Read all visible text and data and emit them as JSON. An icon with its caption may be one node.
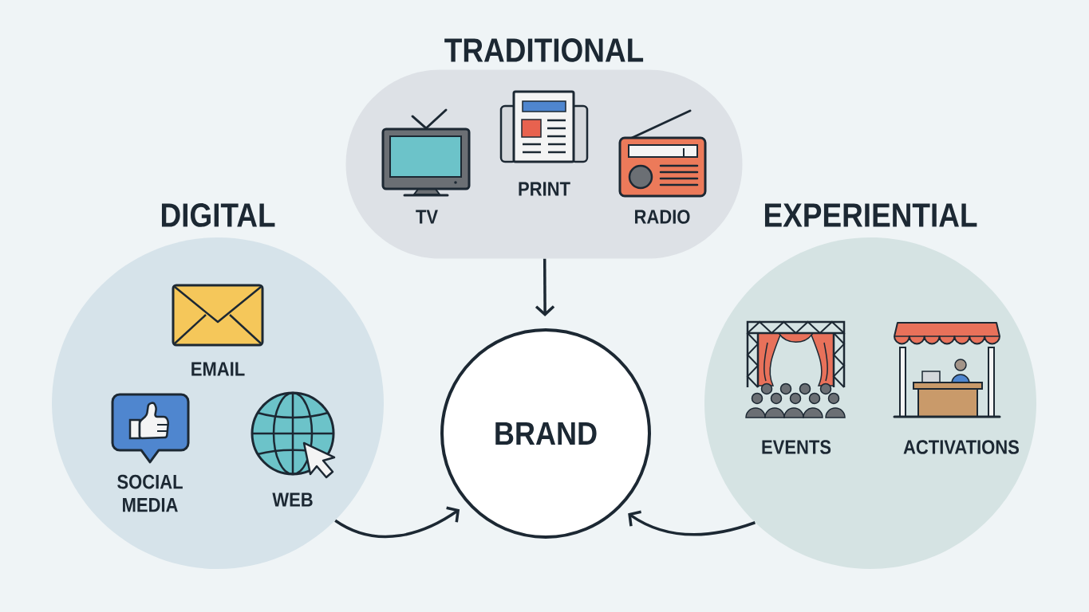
{
  "diagram": {
    "nodes": [
      {
        "text": [
          "TRADITIONAL"
        ]
      },
      {
        "text": [
          "TV"
        ],
        "in": 0
      },
      {
        "text": [
          "PRINT"
        ],
        "in": 0
      },
      {
        "text": [
          "RADIO"
        ],
        "in": 0
      },
      {
        "text": [
          "DIGITAL"
        ]
      },
      {
        "text": [
          "EMAIL"
        ],
        "in": 4
      },
      {
        "text": [
          "SOCIAL MEDIA"
        ],
        "in": 4
      },
      {
        "text": [
          "WEB"
        ],
        "in": 4
      },
      {
        "text": [
          "EXPERIENTIAL"
        ]
      },
      {
        "text": [
          "EVENTS"
        ],
        "in": 8
      },
      {
        "text": [
          "ACTIVATIONS"
        ],
        "in": 8
      },
      {
        "text": [
          "BRAND"
        ]
      }
    ],
    "edges": [
      {
        "from": 0,
        "to": 11,
        "arrow": "to"
      },
      {
        "from": 4,
        "to": 11,
        "arrow": "to"
      },
      {
        "from": 8,
        "to": 11,
        "arrow": "to"
      }
    ]
  }
}
